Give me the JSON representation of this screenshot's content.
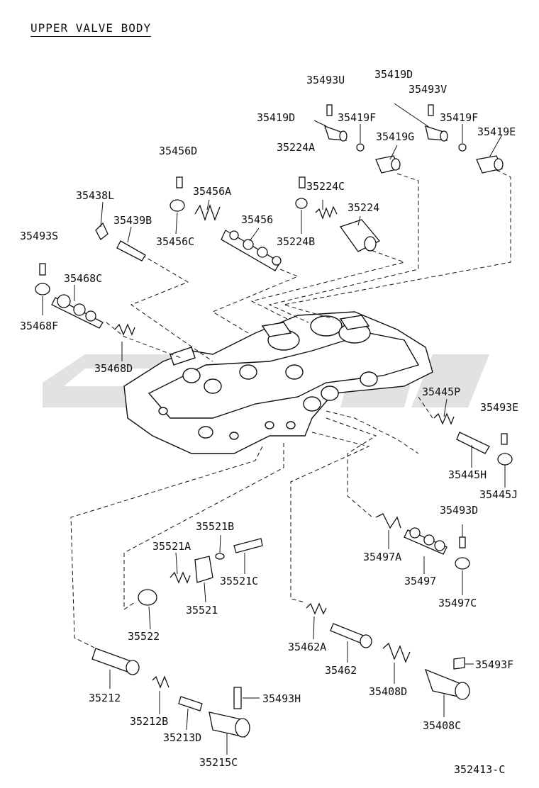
{
  "title": "UPPER VALVE BODY",
  "ref_code": "352413-C",
  "colors": {
    "line": "#111111",
    "watermark": "#d9d9d9",
    "part_fill": "#ffffff"
  },
  "parts": [
    "35493U",
    "35419D",
    "35493V",
    "35419D",
    "35419F",
    "35419F",
    "35419G",
    "35419E",
    "35456D",
    "35224A",
    "35224C",
    "35456A",
    "35224",
    "35438L",
    "35439B",
    "35456",
    "35456C",
    "35224B",
    "35493S",
    "35468C",
    "35468F",
    "35468D",
    "35445P",
    "35493E",
    "35445H",
    "35445J",
    "35493D",
    "35521B",
    "35521A",
    "35497A",
    "35497",
    "35521C",
    "35521",
    "35497C",
    "35522",
    "35462A",
    "35462",
    "35408D",
    "35493F",
    "35212",
    "35493H",
    "35212B",
    "35213D",
    "35408C",
    "35215C"
  ]
}
